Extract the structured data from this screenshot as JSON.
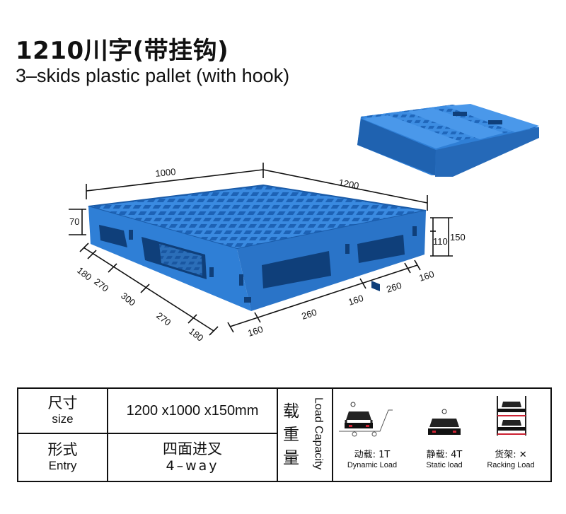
{
  "header": {
    "title": "1210川字(带挂钩)",
    "subtitle": "3–skids plastic pallet (with hook)"
  },
  "dimensions": {
    "length": "1000",
    "width": "1200",
    "deck_height": "70",
    "skid_height": "110",
    "total_height": "150",
    "left_segments": [
      "180",
      "270",
      "300",
      "270",
      "180"
    ],
    "right_segments": [
      "160",
      "260",
      "160",
      "260",
      "160"
    ]
  },
  "colors": {
    "pallet_blue": "#2f7fd6",
    "pallet_dark": "#1a5ba8",
    "pallet_light": "#5aa2ea",
    "border": "#111111"
  },
  "spec_table": {
    "size_cn": "尺寸",
    "size_en": "size",
    "size_value": "1200 x1000 x150mm",
    "entry_cn": "形式",
    "entry_en": "Entry",
    "entry_value_cn": "四面进叉",
    "entry_value_en": "4–way",
    "load_cn_1": "载",
    "load_cn_2": "重",
    "load_cn_3": "量",
    "load_en": "Load Capacity",
    "dynamic_cn": "动载: 1T",
    "dynamic_en": "Dynamic Load",
    "static_cn": "静载: 4T",
    "static_en": "Static load",
    "racking_cn": "货架: ✕",
    "racking_en": "Racking Load"
  }
}
